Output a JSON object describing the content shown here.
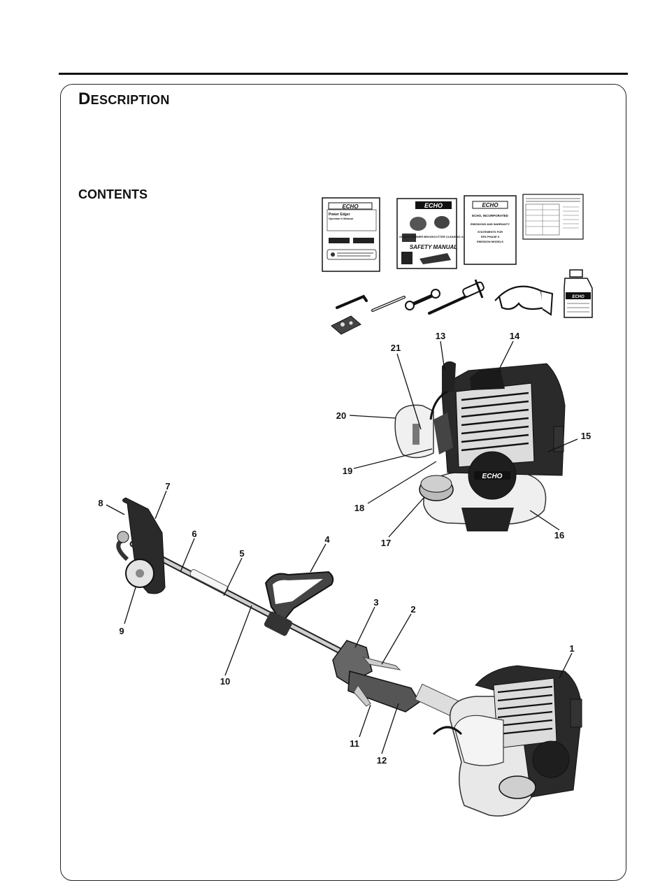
{
  "section": {
    "title_first": "D",
    "title_rest": "ESCRIPTION"
  },
  "contents_heading": "CONTENTS",
  "docs": {
    "brand": "ECHO",
    "manual1_title": "Power Edger",
    "manual1_sub": "Operator's Manual",
    "safety": "SAFETY MANUAL",
    "safety_sub": "GRASS TRIMMER BRUSHCUTTER CLEARING SAW",
    "emissions_company": "ECHO, INCORPORATED",
    "emissions_line1": "EMISSIONS AND WARRANTY",
    "emissions_line2": "STATEMENTS FOR",
    "emissions_line3": "EPA PHASE II",
    "emissions_line4": "EMISSION MODELS"
  },
  "bottle_label": "ECHO",
  "engine_logo": "ECHO",
  "callouts": [
    "1",
    "2",
    "3",
    "4",
    "5",
    "6",
    "7",
    "8",
    "9",
    "10",
    "11",
    "12",
    "13",
    "14",
    "15",
    "16",
    "17",
    "18",
    "19",
    "20",
    "21"
  ]
}
